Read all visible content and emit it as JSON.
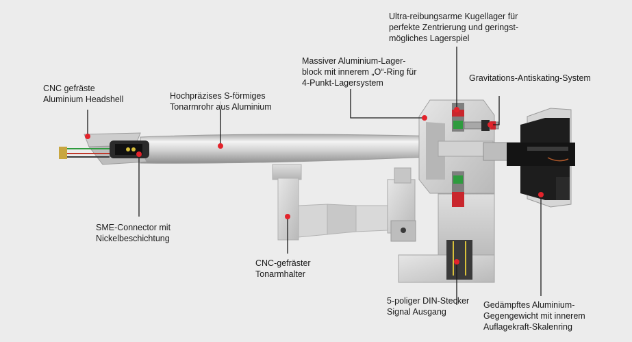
{
  "labels": {
    "headshell": "CNC gefräste\nAluminium Headshell",
    "tonearm_tube": "Hochpräzises S-förmiges\nTonarmrohr aus Aluminium",
    "bearing_block": "Massiver Aluminium-Lager-\nblock mit innerem „O“-Ring für\n4-Punkt-Lagersystem",
    "ball_bearings": "Ultra-reibungsarme Kugellager für\nperfekte Zentrierung und geringst-\nmögliches Lagerspiel",
    "antiskating": "Gravitations-Antiskating-System",
    "sme_connector": "SME-Connector mit\nNickelbeschichtung",
    "tonearm_holder": "CNC-gefräster\nTonarmhalter",
    "din_plug": "5-poliger DIN-Stecker\nSignal Ausgang",
    "counterweight": "Gedämpftes Aluminium-\nGegengewicht mit innerem\nAuflagekraft-Skalenring"
  },
  "colors": {
    "background": "#ececec",
    "aluminium": "#cfcfcf",
    "marker": "#e3232b",
    "bearing_green": "#2e9b3e",
    "counterweight_dark": "#1d1d1d",
    "leader_line": "#1a1a1a"
  }
}
